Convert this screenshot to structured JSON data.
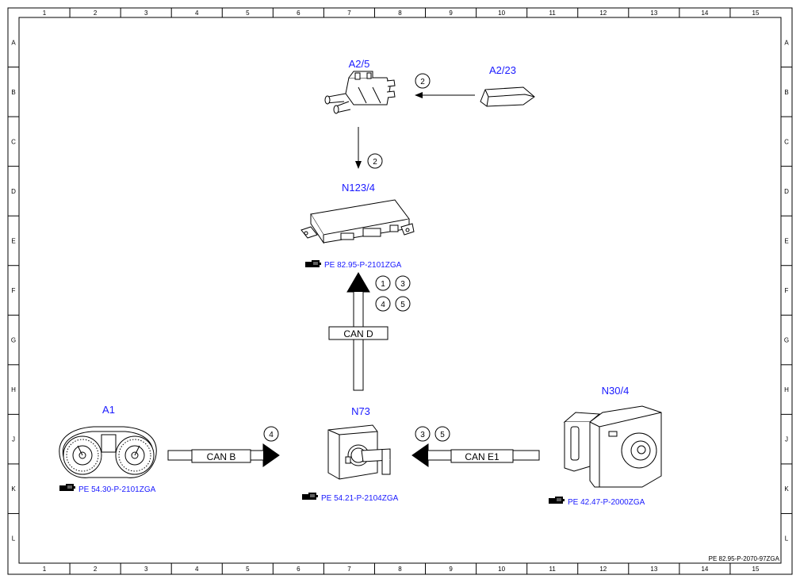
{
  "frame": {
    "columns": [
      "1",
      "2",
      "3",
      "4",
      "5",
      "6",
      "7",
      "8",
      "9",
      "10",
      "11",
      "12",
      "13",
      "14",
      "15"
    ],
    "rows": [
      "A",
      "B",
      "C",
      "D",
      "E",
      "F",
      "G",
      "H",
      "J",
      "K",
      "L"
    ]
  },
  "components": {
    "a2_5": {
      "label": "A2/5"
    },
    "a2_23": {
      "label": "A2/23"
    },
    "n123_4": {
      "label": "N123/4",
      "ref": "PE 82.95-P-2101ZGA"
    },
    "a1": {
      "label": "A1",
      "ref": "PE 54.30-P-2101ZGA"
    },
    "n73": {
      "label": "N73",
      "ref": "PE 54.21-P-2104ZGA"
    },
    "n30_4": {
      "label": "N30/4",
      "ref": "PE 42.47-P-2000ZGA"
    }
  },
  "buses": {
    "can_d": "CAN D",
    "can_b": "CAN B",
    "can_e1": "CAN E1"
  },
  "markers": {
    "a2_23_to_a2_5": [
      "2"
    ],
    "a2_5_to_n123_4": [
      "2"
    ],
    "n73_to_n123_4": [
      "1",
      "3",
      "4",
      "5"
    ],
    "a1_to_n73": [
      "4"
    ],
    "n30_4_to_n73": [
      "3",
      "5"
    ]
  },
  "footer": {
    "doc_ref": "PE 82.95-P-2070-97ZGA"
  },
  "colors": {
    "label_blue": "#1a1aff",
    "line": "#000000"
  }
}
